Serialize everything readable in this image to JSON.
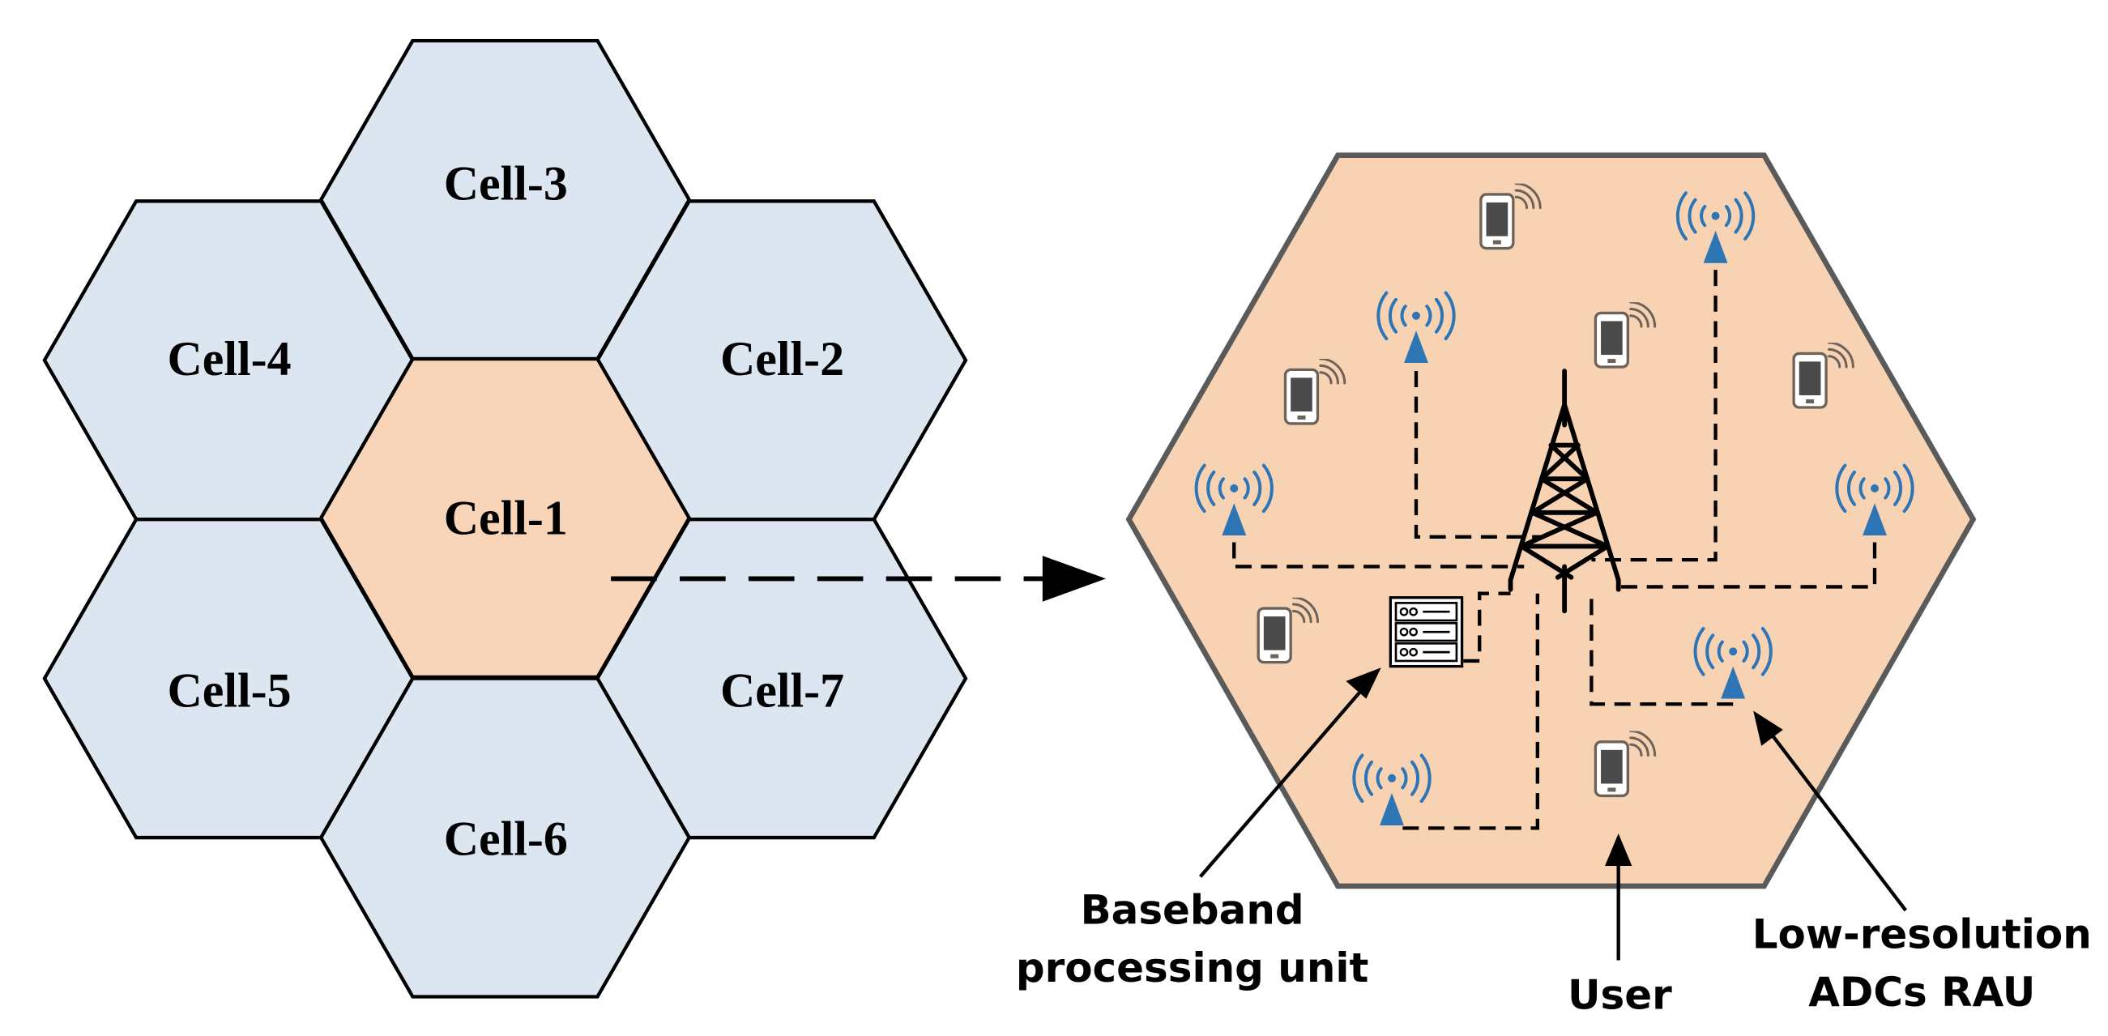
{
  "cells": [
    {
      "id": "cell-3",
      "label": "Cell-3"
    },
    {
      "id": "cell-4",
      "label": "Cell-4"
    },
    {
      "id": "cell-2",
      "label": "Cell-2"
    },
    {
      "id": "cell-1",
      "label": "Cell-1"
    },
    {
      "id": "cell-5",
      "label": "Cell-5"
    },
    {
      "id": "cell-7",
      "label": "Cell-7"
    },
    {
      "id": "cell-6",
      "label": "Cell-6"
    }
  ],
  "callouts": {
    "bbu": {
      "line1": "Baseband",
      "line2": "processing unit"
    },
    "user": {
      "line1": "User"
    },
    "rau": {
      "line1": "Low-resolution",
      "line2": "ADCs RAU"
    }
  },
  "colors": {
    "neighbor_cell": "#dce6f0",
    "serving_cell": "#f8d5b8",
    "zoom_cell": "#f7d3b4",
    "rau_antenna": "#2e75b6",
    "phone_outline": "#6d6259"
  },
  "icons": {
    "tower": "tower-icon",
    "bbu": "server-icon",
    "rau": "antenna-icon",
    "user": "phone-icon"
  }
}
